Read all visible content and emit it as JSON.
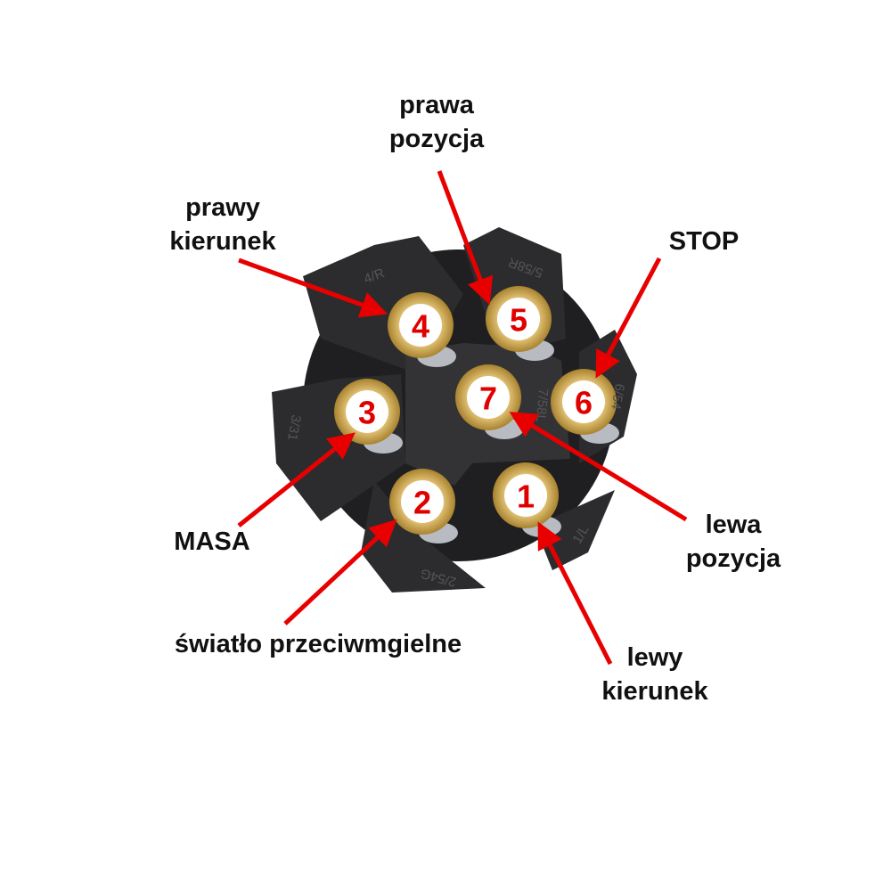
{
  "title": "7-pin trailer socket wiring",
  "colors": {
    "arrow": "#e80000",
    "number": "#e00000",
    "plastic": "#2a2a2c",
    "brass": "#c9a24a",
    "label": "#111111"
  },
  "pins": [
    {
      "number": "1",
      "engraving": "1/L",
      "label_lines": [
        "lewy",
        "kierunek"
      ]
    },
    {
      "number": "2",
      "engraving": "2/54G",
      "label_lines": [
        "światło przeciwmgielne"
      ]
    },
    {
      "number": "3",
      "engraving": "3/31",
      "label_lines": [
        "MASA"
      ]
    },
    {
      "number": "4",
      "engraving": "4/R",
      "label_lines": [
        "prawy",
        "kierunek"
      ]
    },
    {
      "number": "5",
      "engraving": "5/58R",
      "label_lines": [
        "prawa",
        "pozycja"
      ]
    },
    {
      "number": "6",
      "engraving": "6/54",
      "label_lines": [
        "STOP"
      ]
    },
    {
      "number": "7",
      "engraving": "7/58L",
      "label_lines": [
        "lewa",
        "pozycja"
      ]
    }
  ]
}
